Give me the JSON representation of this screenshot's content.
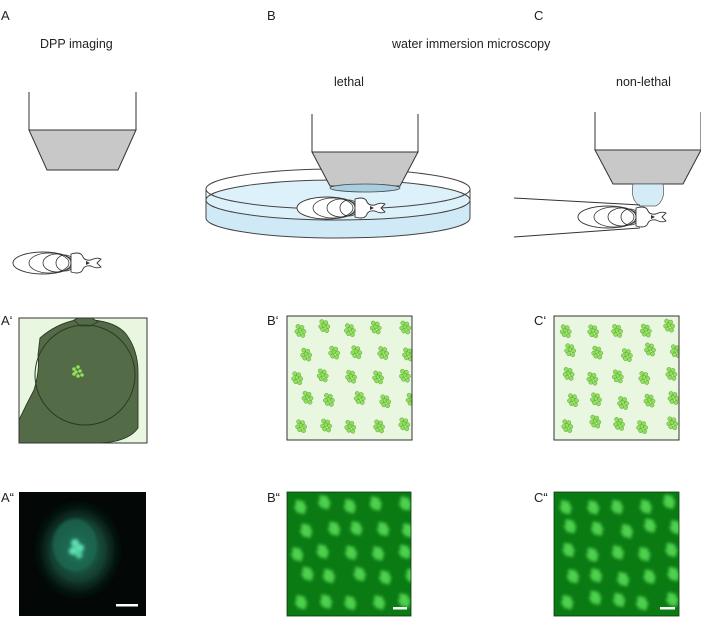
{
  "panel_labels": {
    "a": "A",
    "b": "B",
    "c": "C",
    "a1": "A‘",
    "b1": "B‘",
    "c1": "C‘",
    "a2": "A“",
    "b2": "B“",
    "c2": "C“"
  },
  "headings": {
    "dpp": "DPP imaging",
    "water": "water immersion microscopy",
    "lethal": "lethal",
    "nonlethal": "non-lethal"
  },
  "colors": {
    "objective_fill": "#c8c8c8",
    "dish_water": "#cfeaf6",
    "schematic_bg": "#eaf7e0",
    "tissue": "#536c47",
    "cell_green": "#8fe05a",
    "micro_bg": "#0a7a12"
  }
}
